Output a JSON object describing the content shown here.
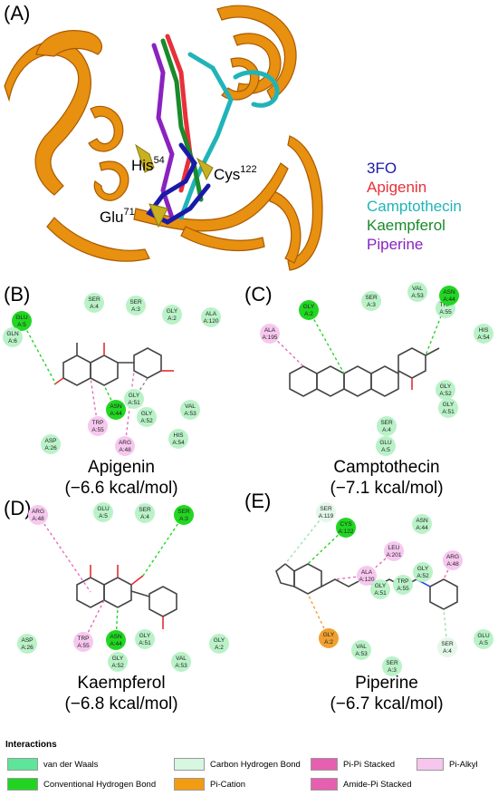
{
  "panels": {
    "a": {
      "letter": "(A)"
    },
    "b": {
      "letter": "(B)",
      "name": "Apigenin",
      "energy": "(−6.6 kcal/mol)"
    },
    "c": {
      "letter": "(C)",
      "name": "Camptothecin",
      "energy": "(−7.1 kcal/mol)"
    },
    "d": {
      "letter": "(D)",
      "name": "Kaempferol",
      "energy": "(−6.8 kcal/mol)"
    },
    "e": {
      "letter": "(E)",
      "name": "Piperine",
      "energy": "(−6.7 kcal/mol)"
    }
  },
  "structure_legend": [
    {
      "label": "3FO",
      "color": "#1a1aa8"
    },
    {
      "label": "Apigenin",
      "color": "#e8303a"
    },
    {
      "label": "Camptothecin",
      "color": "#20b4b8"
    },
    {
      "label": "Kaempferol",
      "color": "#1a8a2a"
    },
    {
      "label": "Piperine",
      "color": "#8a22c0"
    }
  ],
  "residue_labels": {
    "his": "His",
    "his_num": "54",
    "cys": "Cys",
    "cys_num": "122",
    "glu": "Glu",
    "glu_num": "71"
  },
  "residues": {
    "b": [
      [
        "GLU",
        "A:5"
      ],
      [
        "SER",
        "A:4"
      ],
      [
        "SER",
        "A:3"
      ],
      [
        "GLY",
        "A:2"
      ],
      [
        "ALA",
        "A:120"
      ],
      [
        "GLN",
        "A:6"
      ],
      [
        "ASN",
        "A:44"
      ],
      [
        "GLY",
        "A:51"
      ],
      [
        "GLY",
        "A:52"
      ],
      [
        "VAL",
        "A:53"
      ],
      [
        "TRP",
        "A:55"
      ],
      [
        "ASP",
        "A:26"
      ],
      [
        "ARG",
        "A:48"
      ],
      [
        "HIS",
        "A:54"
      ]
    ],
    "c": [
      [
        "SER",
        "A:3"
      ],
      [
        "GLY",
        "A:2"
      ],
      [
        "VAL",
        "A:53"
      ],
      [
        "TRP",
        "A:55"
      ],
      [
        "HIS",
        "A:54"
      ],
      [
        "ALA",
        "A:195"
      ],
      [
        "ASN",
        "A:44"
      ],
      [
        "GLY",
        "A:52"
      ],
      [
        "GLY",
        "A:51"
      ],
      [
        "SER",
        "A:4"
      ],
      [
        "GLU",
        "A:5"
      ]
    ],
    "d": [
      [
        "ARG",
        "A:48"
      ],
      [
        "GLU",
        "A:5"
      ],
      [
        "SER",
        "A:4"
      ],
      [
        "SER",
        "A:3"
      ],
      [
        "ASP",
        "A:26"
      ],
      [
        "TRP",
        "A:55"
      ],
      [
        "ASN",
        "A:44"
      ],
      [
        "GLY",
        "A:51"
      ],
      [
        "GLY",
        "A:52"
      ],
      [
        "VAL",
        "A:53"
      ],
      [
        "GLY",
        "A:2"
      ]
    ],
    "e": [
      [
        "SER",
        "A:119"
      ],
      [
        "CYS",
        "A:122"
      ],
      [
        "ASN",
        "A:44"
      ],
      [
        "LEU",
        "A:201"
      ],
      [
        "ARG",
        "A:48"
      ],
      [
        "ALA",
        "A:120"
      ],
      [
        "GLY",
        "A:52"
      ],
      [
        "TRP",
        "A:55"
      ],
      [
        "GLY",
        "A:51"
      ],
      [
        "GLY",
        "A:2"
      ],
      [
        "VAL",
        "A:53"
      ],
      [
        "SER",
        "A:3"
      ],
      [
        "SER",
        "A:4"
      ],
      [
        "GLU",
        "A:5"
      ]
    ]
  },
  "legend": {
    "title": "Interactions",
    "items": [
      {
        "label": "van der Waals",
        "color": "#5de59a"
      },
      {
        "label": "Conventional Hydrogen Bond",
        "color": "#21d421"
      },
      {
        "label": "Carbon Hydrogen Bond",
        "color": "#d6f7e0"
      },
      {
        "label": "Pi-Cation",
        "color": "#f39c12"
      },
      {
        "label": "Pi-Pi Stacked",
        "color": "#e65fb0"
      },
      {
        "label": "Amide-Pi Stacked",
        "color": "#e65fb0"
      },
      {
        "label": "Pi-Alkyl",
        "color": "#f6c6ee"
      }
    ]
  },
  "colors": {
    "protein": "#e8900f",
    "vdw": "#baf2c8",
    "hbond": "#22d622",
    "pi_alkyl": "#f7c8ef",
    "pi_cation": "#f0a030",
    "pi_pi": "#e86fba"
  }
}
